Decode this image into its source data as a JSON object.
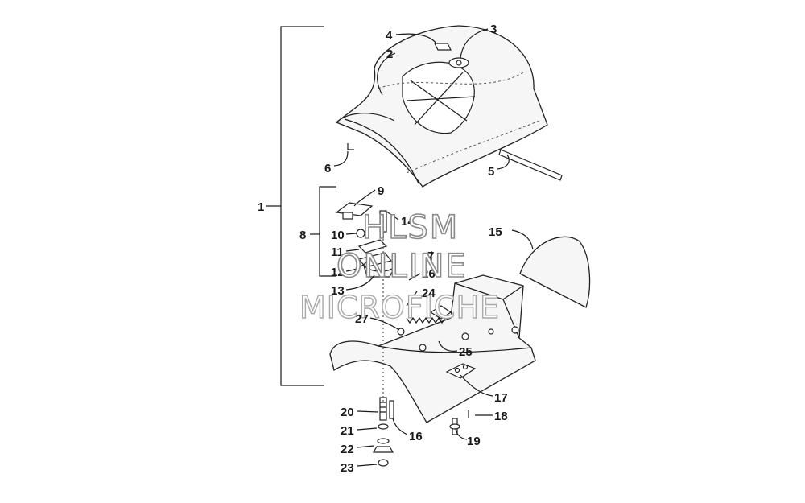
{
  "callouts": {
    "c1": "1",
    "c2": "2",
    "c3": "3",
    "c4": "4",
    "c5": "5",
    "c6": "6",
    "c7": "7",
    "c8": "8",
    "c9": "9",
    "c10": "10",
    "c11": "11",
    "c12": "12",
    "c13": "13",
    "c14": "14",
    "c15": "15",
    "c16": "16",
    "c17": "17",
    "c18": "18",
    "c19": "19",
    "c20": "20",
    "c21": "21",
    "c22": "22",
    "c23": "23",
    "c24": "24",
    "c25": "25",
    "c26": "26",
    "c27": "27"
  },
  "watermark": {
    "line1": "HLSM",
    "line2": "ONLINE",
    "line3": "MICROFICHE"
  }
}
